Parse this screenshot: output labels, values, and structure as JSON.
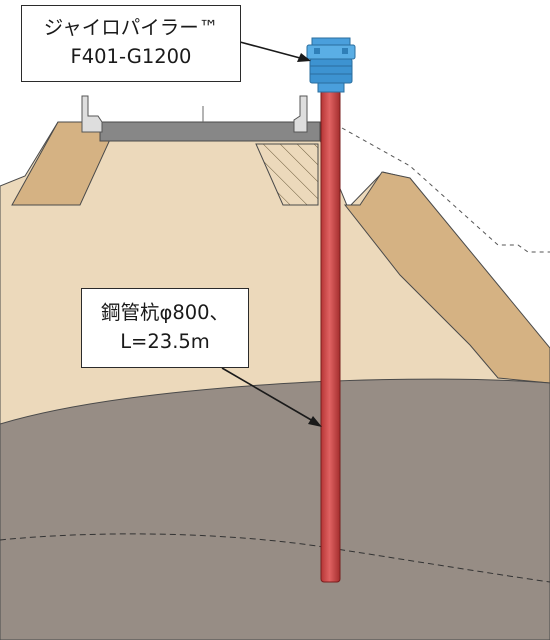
{
  "callouts": {
    "machine": {
      "line1": "ジャイロパイラー™",
      "line2": "F401-G1200"
    },
    "pile": {
      "line1": "鋼管杭φ800、",
      "line2": "L=23.5m"
    }
  },
  "colors": {
    "embankment": "#ecd9bb",
    "slope_fill": "#d5b283",
    "deep_layer": "#978d85",
    "road_surface": "#878787",
    "pile": "#c94444",
    "machine": "#4a9fdc",
    "outline": "#3a3a3a"
  }
}
